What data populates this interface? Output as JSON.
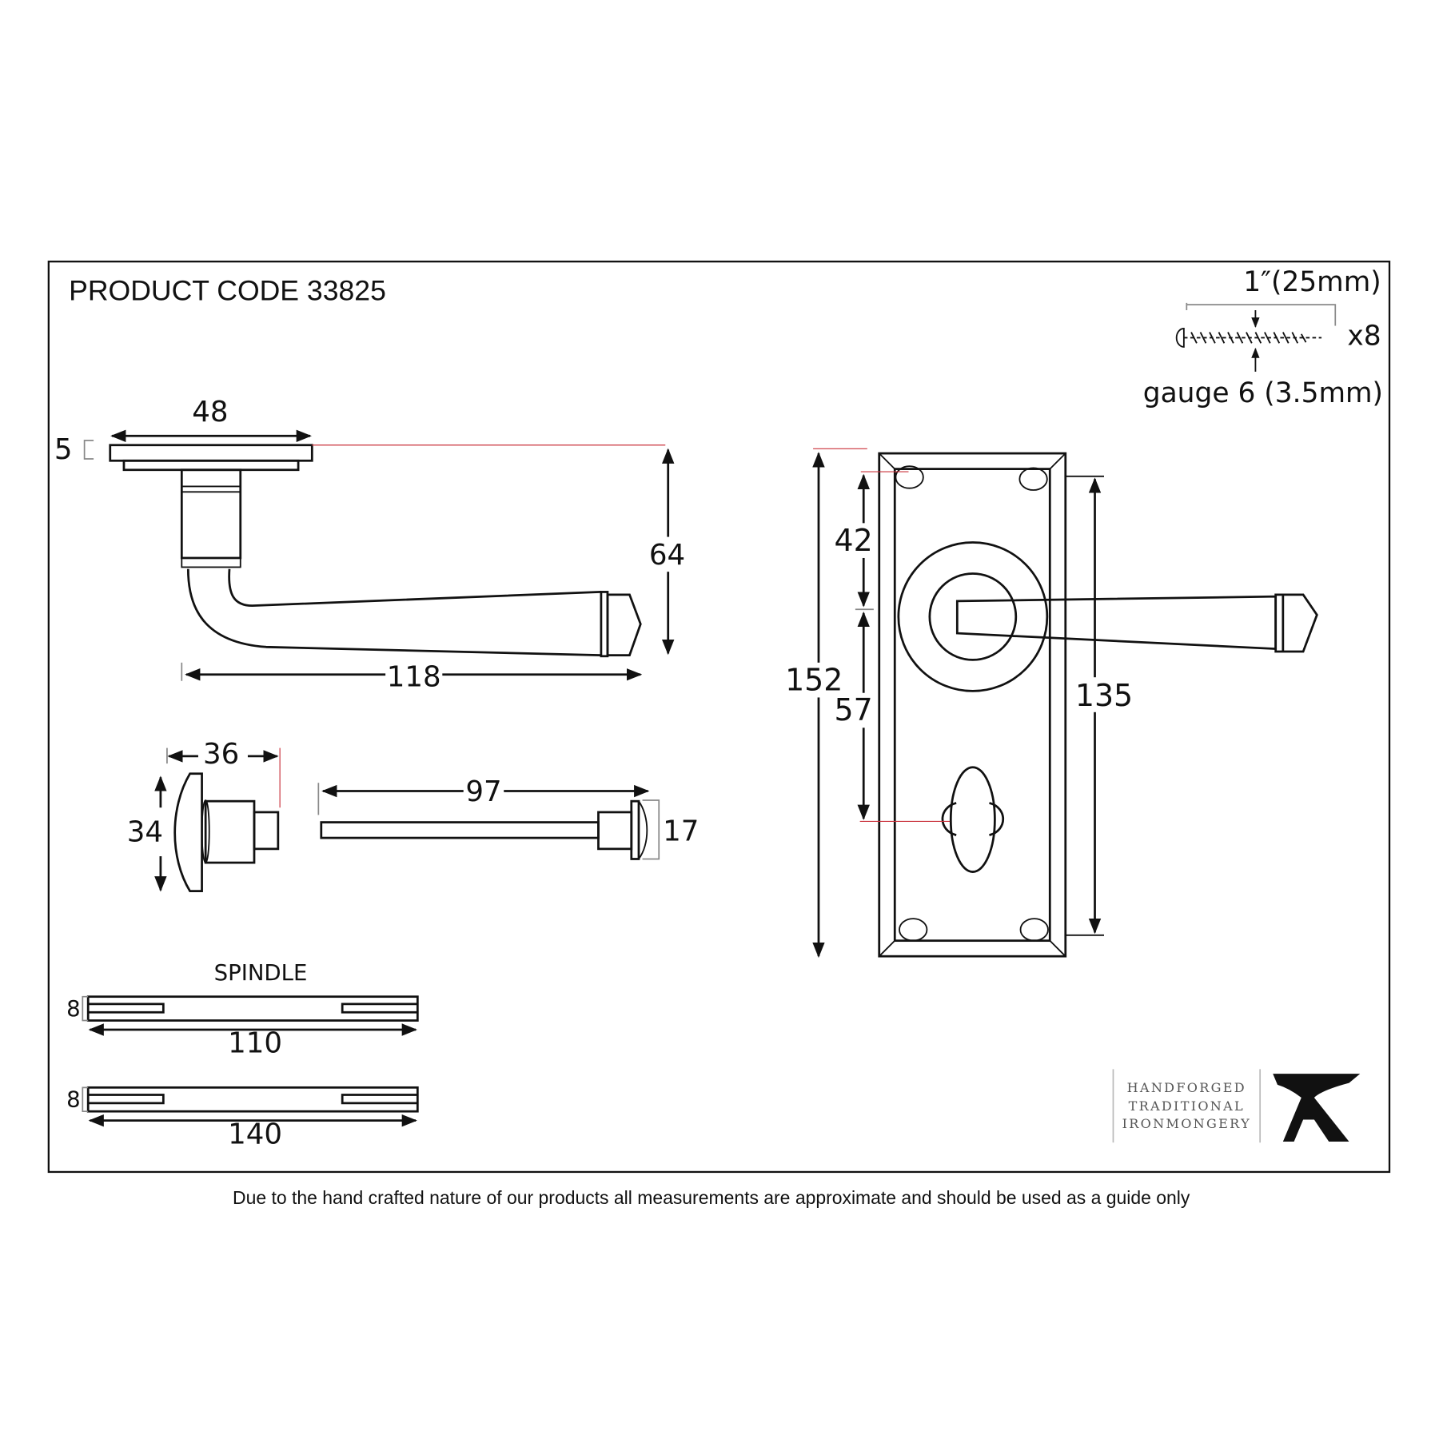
{
  "product_code": "PRODUCT CODE 33825",
  "screws": {
    "length": "1″(25mm)",
    "quantity": "x8",
    "gauge": "gauge 6 (3.5mm)"
  },
  "lever_side": {
    "rose_width": "48",
    "rose_thickness": "5",
    "projection": "64",
    "lever_length": "118"
  },
  "backplate": {
    "height": "152",
    "top_to_spindle": "42",
    "spindle_to_turn": "57",
    "fixing_centres": "135"
  },
  "turn": {
    "projection": "36",
    "height": "34"
  },
  "release": {
    "length": "97",
    "diameter": "17"
  },
  "spindle": {
    "label": "SPINDLE",
    "items": [
      {
        "size": "8",
        "length": "110"
      },
      {
        "size": "8",
        "length": "140"
      }
    ]
  },
  "logo": {
    "line1": "HANDFORGED",
    "line2": "TRADITIONAL",
    "line3": "IRONMONGERY"
  },
  "disclaimer": "Due to the hand crafted nature of our products all measurements are approximate and should be used as a guide only"
}
